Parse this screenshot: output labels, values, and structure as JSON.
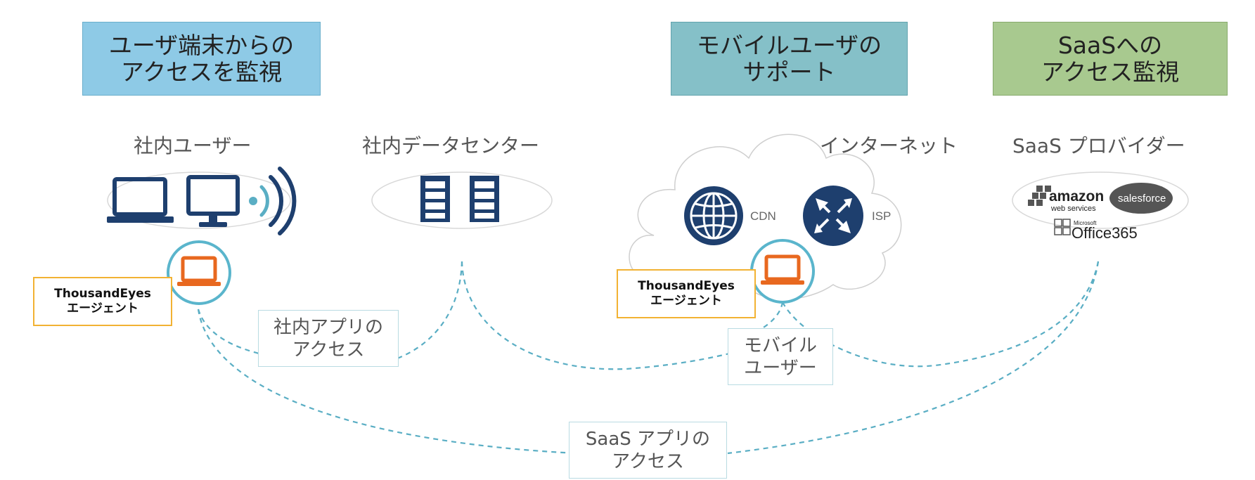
{
  "headers": {
    "user_monitoring": "ユーザ端末からの\nアクセスを監視",
    "mobile_support": "モバイルユーザの\nサポート",
    "saas_monitoring": "SaaSへの\nアクセス監視"
  },
  "zones": {
    "internal_users": "社内ユーザー",
    "datacenter": "社内データセンター",
    "internet": "インターネット",
    "saas_provider": "SaaS プロバイダー"
  },
  "internet": {
    "cdn": "CDN",
    "isp": "ISP"
  },
  "saas_logos": {
    "amazon": "amazon",
    "amazon_sub": "web services",
    "salesforce": "salesforce",
    "microsoft": "Microsoft",
    "office": "Office365"
  },
  "agents": {
    "left": "ThousandEyes\nエージェント",
    "right": "ThousandEyes\nエージェント"
  },
  "connections": {
    "internal_app": "社内アプリの\nアクセス",
    "mobile_user": "モバイル\nユーザー",
    "saas_app": "SaaS アプリの\nアクセス"
  },
  "colors": {
    "icon_navy": "#1e3f6e",
    "agent_orange": "#e8681f",
    "agent_ring": "#5ab5cc",
    "dashed_line": "#5aaec4",
    "header_blue": "#8ecae6",
    "header_teal": "#85c0c8",
    "header_green": "#a8c98f"
  }
}
